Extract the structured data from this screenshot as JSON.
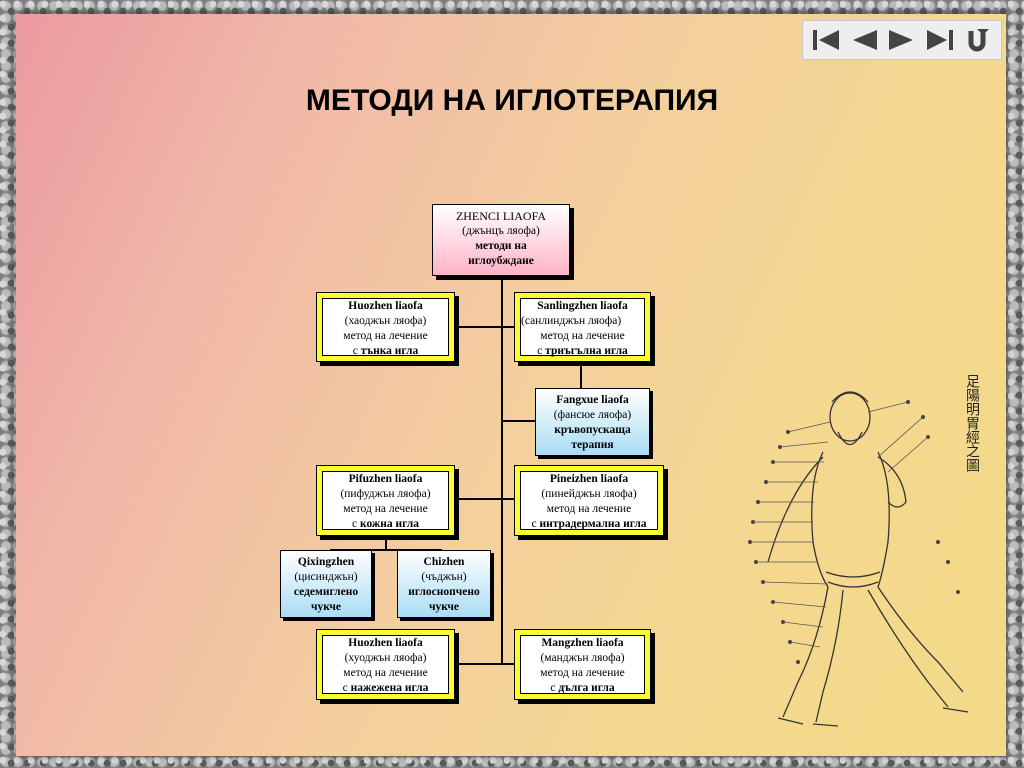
{
  "title": "МЕТОДИ НА ИГЛОТЕРАПИЯ",
  "nav": {
    "first": "first-icon",
    "prev": "prev-icon",
    "next": "next-icon",
    "last": "last-icon",
    "return": "return-icon"
  },
  "root": {
    "l1": "ZHENCI LIAOFA",
    "l2": "(джънцъ ляофа)",
    "l3": "методи на",
    "l4": "иглоубждане"
  },
  "nodes": {
    "huozhen1": {
      "l1": "Huozhen liaofa",
      "l2": "(хаоджън ляофа)",
      "l3": "метод на лечение",
      "l4a": "с ",
      "l4b": "тънка игла"
    },
    "sanling": {
      "l1": "Sanlingzhen liaofa",
      "l2": "(санлинджън ляофа)",
      "l3": "метод на лечение",
      "l4a": "с ",
      "l4b": "триъгълна игла"
    },
    "fangxue": {
      "l1": "Fangxue liaofa",
      "l2": "(фансюе ляофа)",
      "l3": "кръвопускаща",
      "l4": "терапия"
    },
    "pifu": {
      "l1": "Pifuzhen liaofa",
      "l2": "(пифуджън ляофа)",
      "l3": "метод на лечение",
      "l4a": "с ",
      "l4b": "кожна игла"
    },
    "pinei": {
      "l1": "Pineizhen liaofa",
      "l2": "(пинейджън ляофа)",
      "l3": "метод на лечение",
      "l4a": "с ",
      "l4b": "интрадермална игла"
    },
    "qixing": {
      "l1": "Qixingzhen",
      "l2": "(цисинджън)",
      "l3": "седемиглено",
      "l4": "чукче"
    },
    "chizhen": {
      "l1": "Chizhen",
      "l2": "(чъджън)",
      "l3": "иглоснопчено",
      "l4": "чукче"
    },
    "huozhen2": {
      "l1": "Huozhen liaofa",
      "l2": "(хуоджън ляофа)",
      "l3": "метод на лечение",
      "l4a": "с ",
      "l4b": "нажежена игла"
    },
    "mangzhen": {
      "l1": "Mangzhen liaofa",
      "l2": "(манджън ляофа)",
      "l3": "метод на лечение",
      "l4a": "с ",
      "l4b": "дълга игла"
    }
  },
  "illustration": {
    "icon": "acupuncture-meridian-figure",
    "caption": "足陽明胃經之圖"
  }
}
